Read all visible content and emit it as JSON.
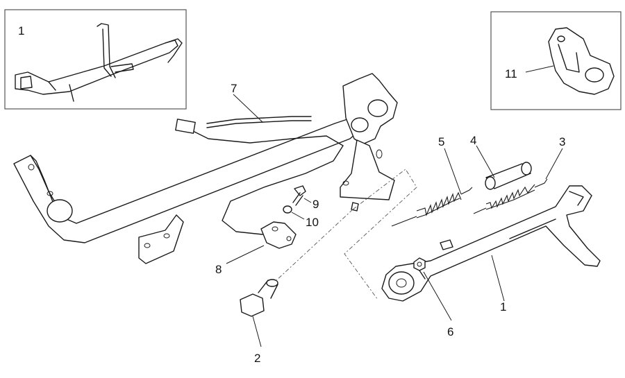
{
  "callouts": {
    "inset_left": "1",
    "inset_right": "11",
    "main_stand": "1",
    "pivot_bolt": "2",
    "spring_small": "3",
    "bush": "4",
    "spring_large": "5",
    "nut": "6",
    "cable": "7",
    "switch": "8",
    "screw": "9",
    "washer": "10"
  }
}
